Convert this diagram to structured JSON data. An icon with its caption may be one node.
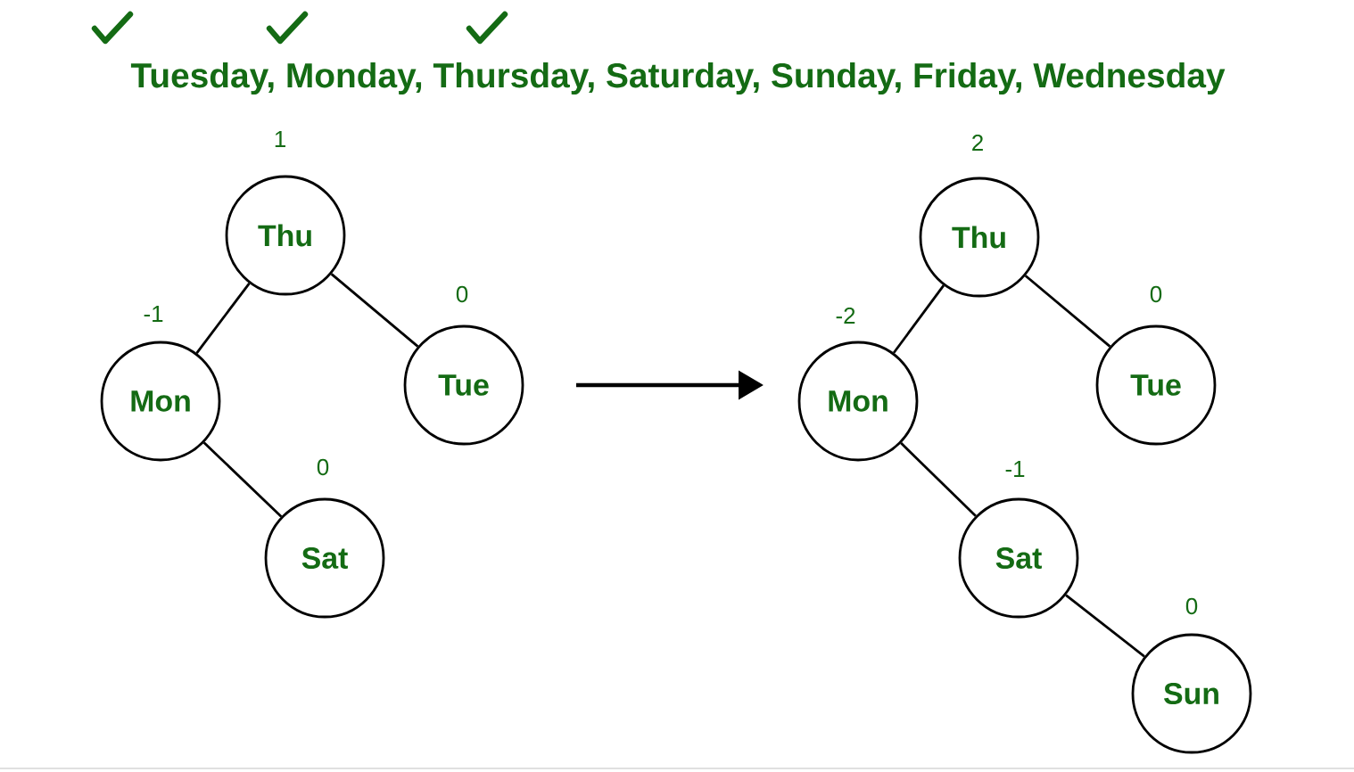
{
  "diagram": {
    "title": "Tuesday, Monday, Thursday, Saturday, Sunday, Friday, Wednesday",
    "nodes": [
      {
        "text": [
          "Thu"
        ],
        "beside": [
          "1"
        ]
      },
      {
        "text": [
          "Mon"
        ],
        "beside": [
          "-1"
        ]
      },
      {
        "text": [
          "Tue"
        ],
        "beside": [
          "0"
        ]
      },
      {
        "text": [
          "Sat"
        ],
        "beside": [
          "0"
        ]
      },
      {
        "text": [
          "Thu"
        ],
        "beside": [
          "2"
        ]
      },
      {
        "text": [
          "Mon"
        ],
        "beside": [
          "-2"
        ]
      },
      {
        "text": [
          "Tue"
        ],
        "beside": [
          "0"
        ]
      },
      {
        "text": [
          "Sat"
        ],
        "beside": [
          "-1"
        ]
      },
      {
        "text": [
          "Sun"
        ],
        "beside": [
          "0"
        ]
      }
    ],
    "edges": [
      {
        "from": 0,
        "to": 1,
        "arrow": "none"
      },
      {
        "from": 0,
        "to": 2,
        "arrow": "none"
      },
      {
        "from": 1,
        "to": 3,
        "arrow": "none"
      },
      {
        "from": 4,
        "to": 5,
        "arrow": "none"
      },
      {
        "from": 4,
        "to": 6,
        "arrow": "none"
      },
      {
        "from": 5,
        "to": 7,
        "arrow": "none"
      },
      {
        "from": 7,
        "to": 8,
        "arrow": "none"
      }
    ]
  }
}
